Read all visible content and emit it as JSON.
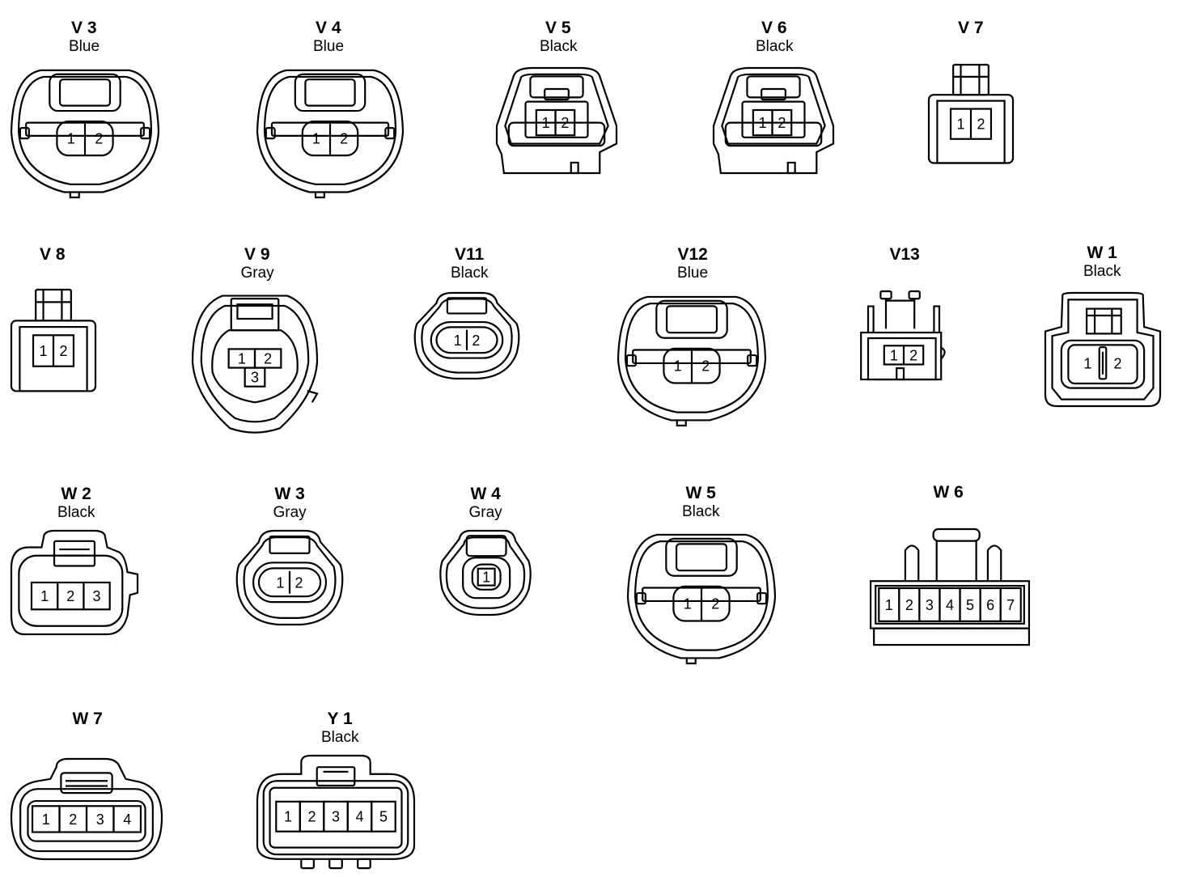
{
  "diagram": {
    "connectors": [
      {
        "code": "V 3",
        "color": "Blue",
        "pins": [
          "1",
          "2"
        ]
      },
      {
        "code": "V 4",
        "color": "Blue",
        "pins": [
          "1",
          "2"
        ]
      },
      {
        "code": "V 5",
        "color": "Black",
        "pins": [
          "1",
          "2"
        ]
      },
      {
        "code": "V 6",
        "color": "Black",
        "pins": [
          "1",
          "2"
        ]
      },
      {
        "code": "V 7",
        "color": "",
        "pins": [
          "1",
          "2"
        ]
      },
      {
        "code": "V 8",
        "color": "",
        "pins": [
          "1",
          "2"
        ]
      },
      {
        "code": "V 9",
        "color": "Gray",
        "pins": [
          "1",
          "2",
          "3"
        ]
      },
      {
        "code": "V11",
        "color": "Black",
        "pins": [
          "1",
          "2"
        ]
      },
      {
        "code": "V12",
        "color": "Blue",
        "pins": [
          "1",
          "2"
        ]
      },
      {
        "code": "V13",
        "color": "",
        "pins": [
          "1",
          "2"
        ]
      },
      {
        "code": "W 1",
        "color": "Black",
        "pins": [
          "1",
          "2"
        ]
      },
      {
        "code": "W 2",
        "color": "Black",
        "pins": [
          "1",
          "2",
          "3"
        ]
      },
      {
        "code": "W 3",
        "color": "Gray",
        "pins": [
          "1",
          "2"
        ]
      },
      {
        "code": "W 4",
        "color": "Gray",
        "pins": [
          "1"
        ]
      },
      {
        "code": "W 5",
        "color": "Black",
        "pins": [
          "1",
          "2"
        ]
      },
      {
        "code": "W 6",
        "color": "",
        "pins": [
          "1",
          "2",
          "3",
          "4",
          "5",
          "6",
          "7"
        ]
      },
      {
        "code": "W 7",
        "color": "",
        "pins": [
          "1",
          "2",
          "3",
          "4"
        ]
      },
      {
        "code": "Y 1",
        "color": "Black",
        "pins": [
          "1",
          "2",
          "3",
          "4",
          "5"
        ]
      }
    ]
  }
}
